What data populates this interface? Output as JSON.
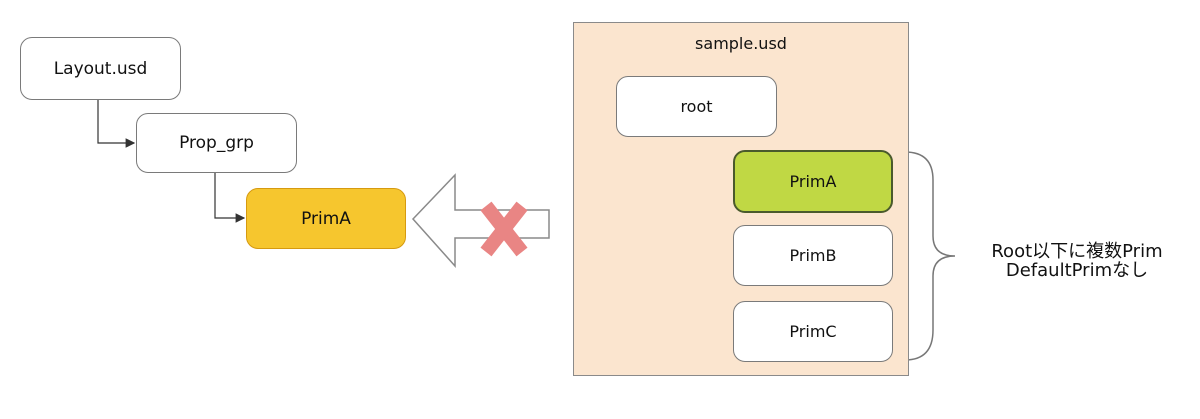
{
  "layout_box": {
    "label": "Layout.usd"
  },
  "prop_grp_box": {
    "label": "Prop_grp"
  },
  "prim_a_target": {
    "label": "PrimA",
    "color": "#f6c62e"
  },
  "sample_file": {
    "title": "sample.usd",
    "background": "#fbe5cf",
    "root": {
      "label": "root"
    },
    "children": [
      {
        "label": "PrimA",
        "color": "#c0d844"
      },
      {
        "label": "PrimB"
      },
      {
        "label": "PrimC"
      }
    ]
  },
  "note": {
    "line1": "Root以下に複数Prim",
    "line2": "DefaultPrimなし"
  },
  "icons": {
    "blocked": "x-mark-icon",
    "reference_arrow": "hollow-left-arrow-icon"
  },
  "colors": {
    "x_mark": "#e98584",
    "connector": "#333333"
  }
}
